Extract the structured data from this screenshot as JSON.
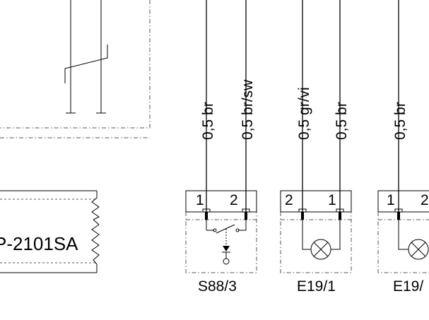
{
  "wire_labels": {
    "w1": "0,5 br",
    "w2": "0,5 br/sw",
    "w3": "0,5 gr/vi",
    "w4": "0,5 br",
    "w5": "0,5 br"
  },
  "pins": {
    "s88_1": "1",
    "s88_2": "2",
    "e191_2": "2",
    "e191_1": "1",
    "e19x_1": "1",
    "e19x_2": "2"
  },
  "components": {
    "s88_3": "S88/3",
    "e19_1": "E19/1",
    "e19_partial": "E19/",
    "left_module": "P-2101SA"
  }
}
